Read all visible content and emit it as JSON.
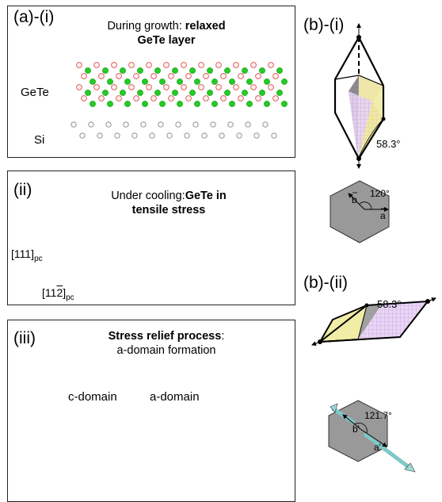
{
  "panels": {
    "a_i": {
      "tag": "(a)-(i)",
      "caption_prefix": "During growth: ",
      "caption_bold_1": "relaxed",
      "caption_bold_2": "GeTe layer",
      "label_gete": "GeTe",
      "label_si": "Si"
    },
    "ii": {
      "tag": "(ii)",
      "caption_prefix": "Under cooling:",
      "caption_bold_1": "GeTe in",
      "caption_bold_2": "tensile stress",
      "axis_vertical": "[111]",
      "axis_vertical_sub": "pc",
      "axis_horizontal": "[11",
      "axis_horizontal_bar": "2",
      "axis_horizontal_end": "]",
      "axis_horizontal_sub": "pc"
    },
    "iii": {
      "tag": "(iii)",
      "caption_bold": "Stress relief process",
      "caption_colon": ":",
      "caption_line2": "a-domain formation",
      "label_c_domain": "c-domain",
      "label_a_domain": "a-domain"
    },
    "b_i": {
      "tag": "(b)-(i)",
      "angle_label": "58.3°",
      "hex_angle": "120°",
      "vec_b": "b",
      "vec_a": "a"
    },
    "b_ii": {
      "tag": "(b)-(ii)",
      "angle_label": "58.3°",
      "hex_angle": "121.7°",
      "vec_b": "b'",
      "vec_a": "a'"
    }
  },
  "colors": {
    "green_atom": "#22cc22",
    "red_atom_edge": "#e06060",
    "si_atom_edge": "#888888",
    "purple_atom": "#7060c0",
    "gold_atom": "#c8a040",
    "arrow_fill": "#666666",
    "hexagon_fill": "#999999",
    "yellow_face": "#f4f0a0",
    "purple_face": "#e0c8f0",
    "teal_arrow": "#a0d8d8"
  }
}
